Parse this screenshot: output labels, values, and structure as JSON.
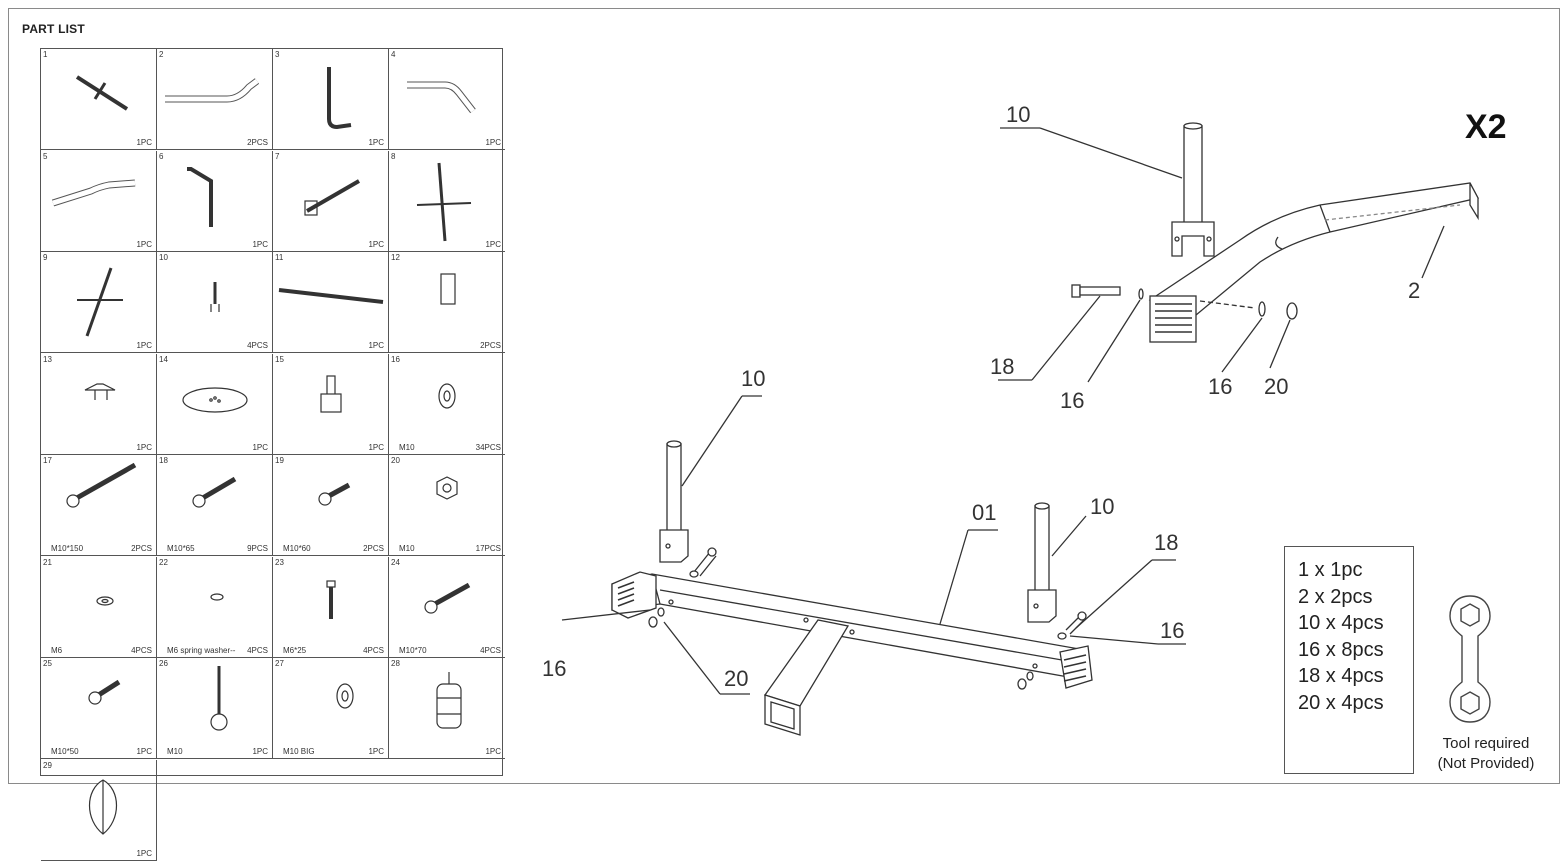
{
  "title": "PART LIST",
  "parts": [
    {
      "num": "1",
      "qty": "1PC",
      "spec": ""
    },
    {
      "num": "2",
      "qty": "2PCS",
      "spec": ""
    },
    {
      "num": "3",
      "qty": "1PC",
      "spec": ""
    },
    {
      "num": "4",
      "qty": "1PC",
      "spec": ""
    },
    {
      "num": "5",
      "qty": "1PC",
      "spec": ""
    },
    {
      "num": "6",
      "qty": "1PC",
      "spec": ""
    },
    {
      "num": "7",
      "qty": "1PC",
      "spec": ""
    },
    {
      "num": "8",
      "qty": "1PC",
      "spec": ""
    },
    {
      "num": "9",
      "qty": "1PC",
      "spec": ""
    },
    {
      "num": "10",
      "qty": "4PCS",
      "spec": ""
    },
    {
      "num": "11",
      "qty": "1PC",
      "spec": ""
    },
    {
      "num": "12",
      "qty": "2PCS",
      "spec": ""
    },
    {
      "num": "13",
      "qty": "1PC",
      "spec": ""
    },
    {
      "num": "14",
      "qty": "1PC",
      "spec": ""
    },
    {
      "num": "15",
      "qty": "1PC",
      "spec": ""
    },
    {
      "num": "16",
      "qty": "34PCS",
      "spec": "M10"
    },
    {
      "num": "17",
      "qty": "2PCS",
      "spec": "M10*150"
    },
    {
      "num": "18",
      "qty": "9PCS",
      "spec": "M10*65"
    },
    {
      "num": "19",
      "qty": "2PCS",
      "spec": "M10*60"
    },
    {
      "num": "20",
      "qty": "17PCS",
      "spec": "M10"
    },
    {
      "num": "21",
      "qty": "4PCS",
      "spec": "M6"
    },
    {
      "num": "22",
      "qty": "4PCS",
      "spec": "M6 spring washer--"
    },
    {
      "num": "23",
      "qty": "4PCS",
      "spec": "M6*25"
    },
    {
      "num": "24",
      "qty": "4PCS",
      "spec": "M10*70"
    },
    {
      "num": "25",
      "qty": "1PC",
      "spec": "M10*50"
    },
    {
      "num": "26",
      "qty": "1PC",
      "spec": "M10"
    },
    {
      "num": "27",
      "qty": "1PC",
      "spec": "M10 BIG"
    },
    {
      "num": "28",
      "qty": "1PC",
      "spec": ""
    },
    {
      "num": "29",
      "qty": "1PC",
      "spec": ""
    }
  ],
  "callouts": {
    "top_10": "10",
    "top_2": "2",
    "top_18": "18",
    "top_16a": "16",
    "top_16b": "16",
    "top_20": "20",
    "bottom_10a": "10",
    "bottom_01": "01",
    "bottom_10b": "10",
    "bottom_18": "18",
    "bottom_16a": "16",
    "bottom_16b": "16",
    "bottom_20": "20"
  },
  "multiplier": "X2",
  "summary": [
    "1 x 1pc",
    "2 x 2pcs",
    "10 x 4pcs",
    "16 x 8pcs",
    "18 x 4pcs",
    "20 x 4pcs"
  ],
  "tool_note": [
    "Tool required",
    "(Not Provided)"
  ],
  "icons": {
    "tool": "wrench-icon"
  }
}
